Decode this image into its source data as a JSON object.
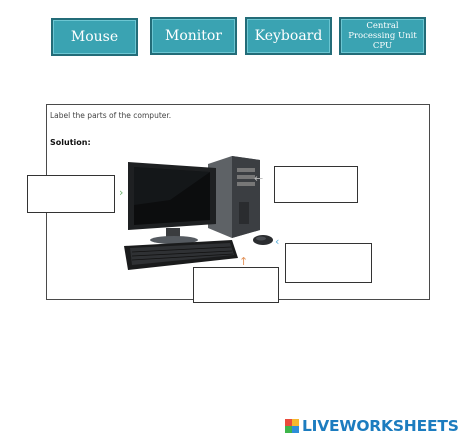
{
  "labels": {
    "mouse": "Mouse",
    "monitor": "Monitor",
    "keyboard": "Keyboard",
    "cpu": "Central Processing Unit CPU"
  },
  "worksheet": {
    "instruction": "Label the parts of the computer.",
    "solution_label": "Solution:"
  },
  "brand": {
    "name": "LIVEWORKSHEETS"
  },
  "colors": {
    "chip_fill": "#3aa3b2",
    "chip_border": "#236c78",
    "brand_blue": "#1c7cbf"
  }
}
